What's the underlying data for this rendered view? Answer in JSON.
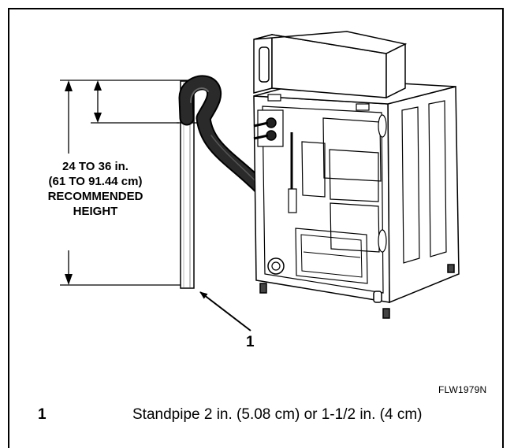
{
  "figure_id": "FLW1979N",
  "height_label": {
    "line1": "24 TO 36 in.",
    "line2": "(61 TO 91.44 cm)",
    "line3": "RECOMMENDED",
    "line4": "HEIGHT"
  },
  "callout": "1",
  "legend": {
    "number": "1",
    "text": "Standpipe 2 in. (5.08 cm) or 1-1/2 in. (4 cm)"
  }
}
